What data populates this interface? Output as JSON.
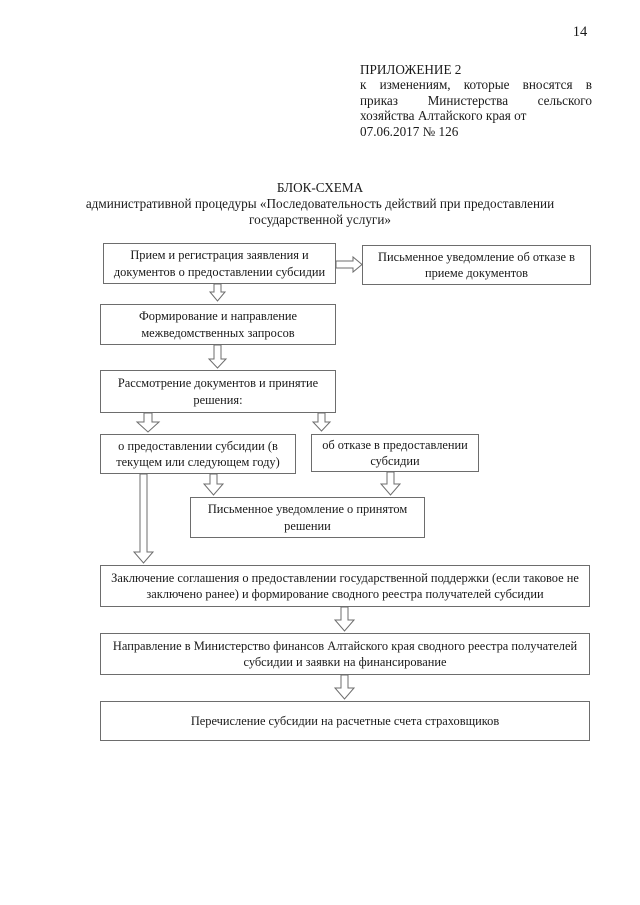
{
  "page": {
    "number": "14"
  },
  "header": {
    "appendix_title": "ПРИЛОЖЕНИЕ 2",
    "appendix_line1": "к изменениям, которые вносятся в приказ Министерства сельского хозяйства Алтайского края от",
    "appendix_line2": "07.06.2017 № 126"
  },
  "title": {
    "main": "БЛОК-СХЕМА",
    "sub": "административной процедуры «Последовательность действий при предоставлении государственной услуги»"
  },
  "flowchart": {
    "type": "flowchart",
    "nodes": [
      {
        "id": "receive",
        "label": "Прием и регистрация заявления и документов о предоставлении субсидии"
      },
      {
        "id": "refuse-docs",
        "label": "Письменное уведомление об отказе в приеме документов"
      },
      {
        "id": "interagency",
        "label": "Формирование и направление межведомственных запросов"
      },
      {
        "id": "review",
        "label": "Рассмотрение документов и принятие решения:"
      },
      {
        "id": "grant",
        "label": "о предоставлении субсидии (в текущем или следующем году)"
      },
      {
        "id": "deny",
        "label": "об отказе в предоставлении субсидии"
      },
      {
        "id": "notify",
        "label": "Письменное уведомление о принятом решении"
      },
      {
        "id": "agreement",
        "label": "Заключение соглашения о предоставлении государственной поддержки (если таковое не заключено ранее) и формирование сводного реестра получателей субсидии"
      },
      {
        "id": "finance",
        "label": "Направление в Министерство финансов Алтайского края сводного реестра получателей субсидии и заявки на финансирование"
      },
      {
        "id": "transfer",
        "label": "Перечисление субсидии на расчетные счета страховщиков"
      }
    ],
    "edges": [
      {
        "from": "receive",
        "to": "refuse-docs"
      },
      {
        "from": "receive",
        "to": "interagency"
      },
      {
        "from": "interagency",
        "to": "review"
      },
      {
        "from": "review",
        "to": "grant"
      },
      {
        "from": "review",
        "to": "deny"
      },
      {
        "from": "grant",
        "to": "notify"
      },
      {
        "from": "deny",
        "to": "notify"
      },
      {
        "from": "grant",
        "to": "agreement"
      },
      {
        "from": "agreement",
        "to": "finance"
      },
      {
        "from": "finance",
        "to": "transfer"
      }
    ]
  },
  "colors": {
    "border": "#6d6d6d",
    "text": "#1a1a1a",
    "background": "#ffffff"
  }
}
